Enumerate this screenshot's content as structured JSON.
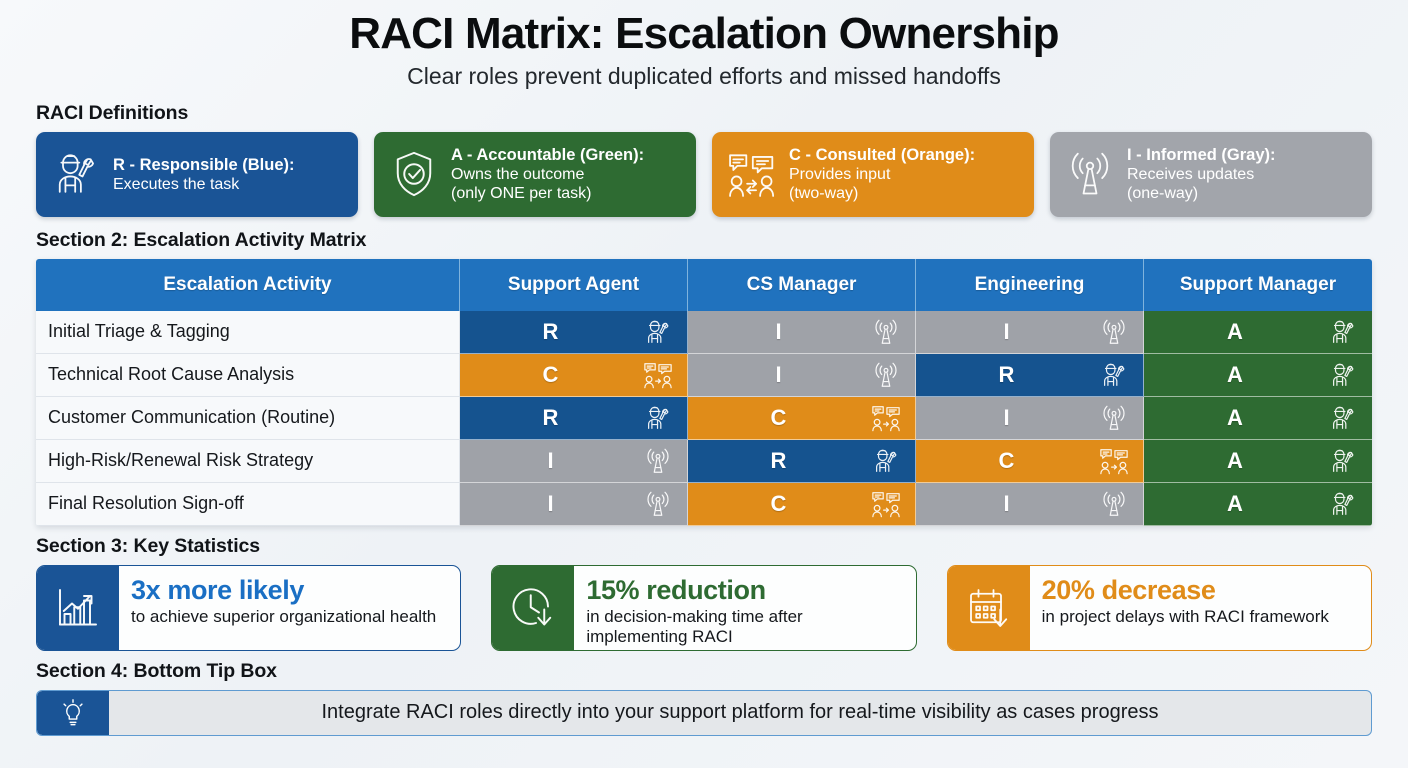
{
  "header": {
    "title": "RACI Matrix: Escalation Ownership",
    "subtitle": "Clear roles prevent duplicated efforts and missed handoffs"
  },
  "colors": {
    "responsible_blue": "#15538f",
    "accountable_green": "#2e6b32",
    "consulted_orange": "#e08c19",
    "informed_gray": "#9fa2a8",
    "header_blue": "#2072be"
  },
  "legend": {
    "title": "RACI Definitions",
    "items": [
      {
        "icon": "worker-wrench-icon",
        "variant": "blue",
        "term": "R - Responsible (Blue):",
        "line1": "Executes the task",
        "line2": ""
      },
      {
        "icon": "shield-check-icon",
        "variant": "green",
        "term": "A - Accountable (Green):",
        "line1": "Owns the outcome",
        "line2": "(only ONE per task)"
      },
      {
        "icon": "chat-people-icon",
        "variant": "orange",
        "term": "C - Consulted (Orange):",
        "line1": "Provides input",
        "line2": "(two-way)"
      },
      {
        "icon": "broadcast-icon",
        "variant": "gray",
        "term": "I - Informed (Gray):",
        "line1": "Receives updates",
        "line2": "(one-way)"
      }
    ]
  },
  "matrix": {
    "title": "Section 2: Escalation Activity Matrix",
    "columns": [
      "Escalation Activity",
      "Support Agent",
      "CS Manager",
      "Engineering",
      "Support Manager"
    ],
    "rows": [
      {
        "activity": "Initial Triage & Tagging",
        "cells": [
          "R",
          "I",
          "I",
          "A"
        ]
      },
      {
        "activity": "Technical Root Cause Analysis",
        "cells": [
          "C",
          "I",
          "R",
          "A"
        ]
      },
      {
        "activity": "Customer Communication (Routine)",
        "cells": [
          "R",
          "C",
          "I",
          "A"
        ]
      },
      {
        "activity": "High-Risk/Renewal Risk Strategy",
        "cells": [
          "I",
          "R",
          "C",
          "A"
        ]
      },
      {
        "activity": "Final Resolution Sign-off",
        "cells": [
          "I",
          "C",
          "I",
          "A"
        ]
      }
    ]
  },
  "stats": {
    "title": "Section 3: Key Statistics",
    "items": [
      {
        "icon": "bar-chart-up-icon",
        "variant": "blue",
        "value": "3x more likely",
        "desc": "to achieve superior organizational health"
      },
      {
        "icon": "clock-down-arrow-icon",
        "variant": "green",
        "value": "15% reduction",
        "desc": "in decision-making time after implementing RACI"
      },
      {
        "icon": "calendar-down-icon",
        "variant": "orange",
        "value": "20% decrease",
        "desc": "in project delays with RACI framework"
      }
    ]
  },
  "tip": {
    "title": "Section 4: Bottom Tip Box",
    "icon": "lightbulb-icon",
    "text": "Integrate RACI roles directly into your support platform for real-time visibility as cases progress"
  }
}
